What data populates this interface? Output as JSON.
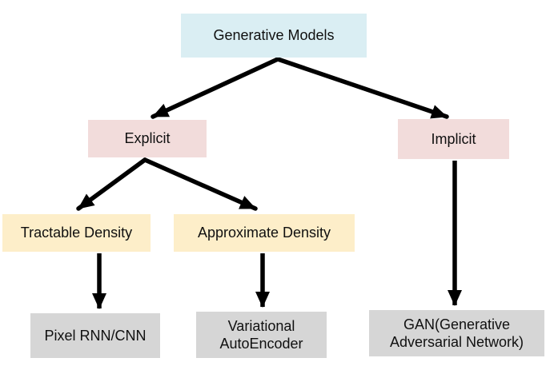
{
  "diagram": {
    "type": "tree",
    "edge_color": "#000000",
    "nodes": {
      "root": {
        "label": "Generative Models",
        "fill": "#daeef3"
      },
      "explicit": {
        "label": "Explicit",
        "fill": "#f2dcdb"
      },
      "implicit": {
        "label": "Implicit",
        "fill": "#f2dcdb"
      },
      "tractable": {
        "label": "Tractable Density",
        "fill": "#fdeec9"
      },
      "approximate": {
        "label": "Approximate Density",
        "fill": "#fdeec9"
      },
      "pixel_rnn_cnn": {
        "label": "Pixel RNN/CNN",
        "fill": "#d6d6d6"
      },
      "vae": {
        "label": "Variational AutoEncoder",
        "fill": "#d6d6d6"
      },
      "gan": {
        "label": "GAN(Generative Adversarial Network)",
        "fill": "#d6d6d6"
      }
    },
    "edges": [
      {
        "from": "root",
        "to": "explicit"
      },
      {
        "from": "root",
        "to": "implicit"
      },
      {
        "from": "explicit",
        "to": "tractable"
      },
      {
        "from": "explicit",
        "to": "approximate"
      },
      {
        "from": "tractable",
        "to": "pixel_rnn_cnn"
      },
      {
        "from": "approximate",
        "to": "vae"
      },
      {
        "from": "implicit",
        "to": "gan"
      }
    ]
  }
}
